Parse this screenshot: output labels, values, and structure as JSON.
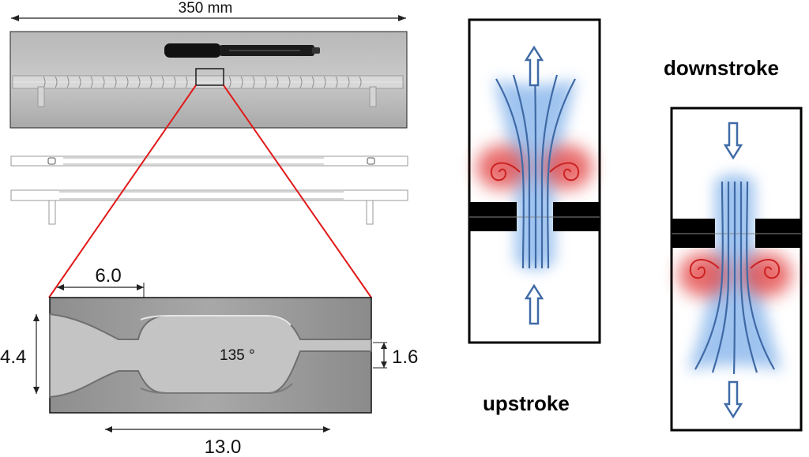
{
  "dimensions": {
    "overall_length": "350 mm",
    "neck_spacing": "6.0",
    "chamber_height": "4.4",
    "neck_width": "1.6",
    "chamber_length": "13.0",
    "wall_angle": "135 °"
  },
  "labels": {
    "upstroke": "upstroke",
    "downstroke": "downstroke"
  },
  "colors": {
    "flow_line": "#3f6aa6",
    "flow_glow": "#7fb0ea",
    "vortex": "#e23b3b",
    "callout": "#e01a1a",
    "arrow": "#3f6aa6"
  }
}
